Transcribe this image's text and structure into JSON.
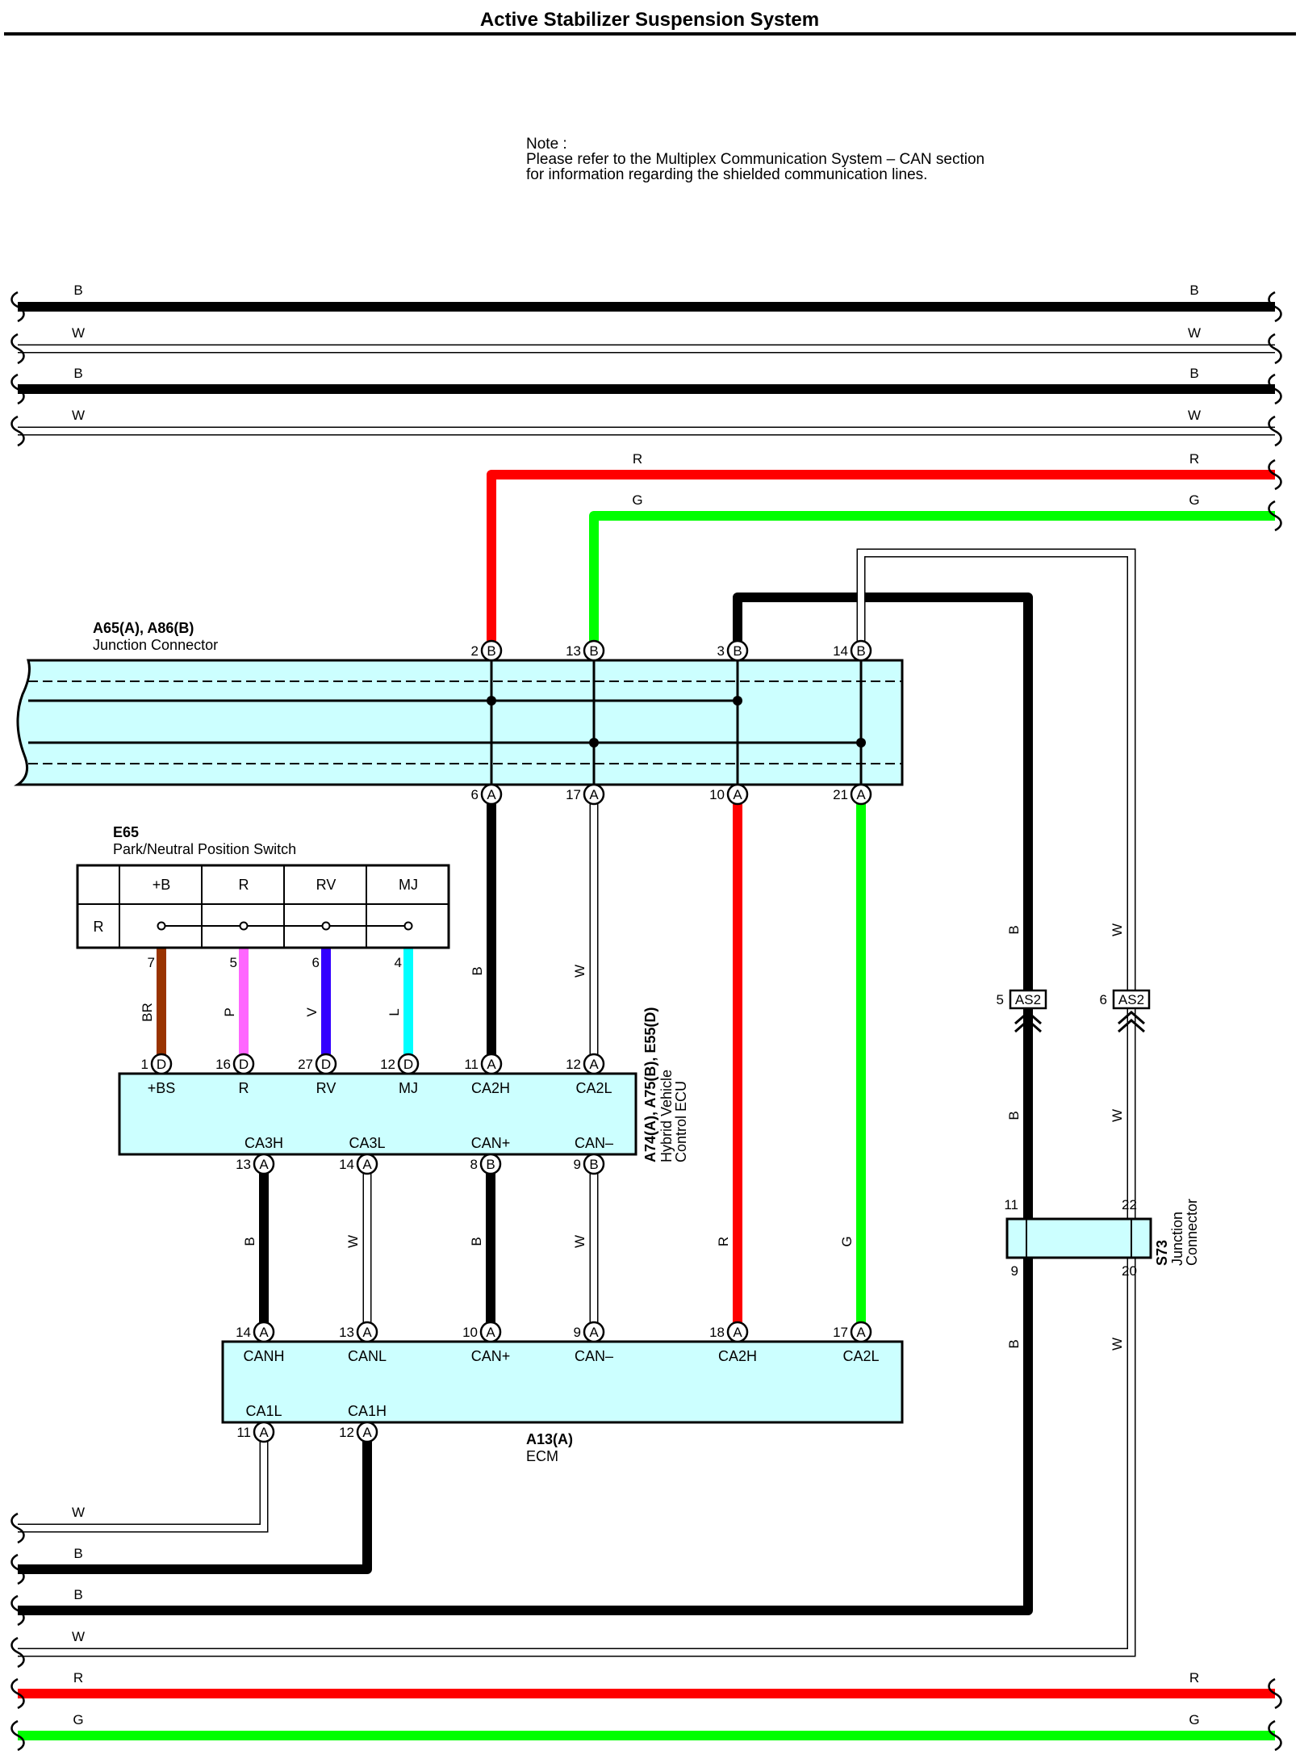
{
  "page": {
    "title": "Active Stabilizer Suspension System",
    "note_lines": [
      "Note :",
      "Please refer to the Multiplex Communication System – CAN section",
      "for information regarding the shielded communication lines."
    ]
  },
  "colors": {
    "B": "#000000",
    "W": "#ffffff",
    "R": "#ff0000",
    "G": "#00ff00",
    "BR": "#993300",
    "P": "#ff66ff",
    "V": "#3300ff",
    "L": "#00ffff",
    "component_fill": "#ccffff"
  },
  "components": {
    "junction_connector": {
      "code": "A65(A), A86(B)",
      "name": "Junction Connector"
    },
    "pnp_switch": {
      "code": "E65",
      "name": "Park/Neutral Position Switch",
      "columns": [
        "+B",
        "R",
        "RV",
        "MJ"
      ],
      "row_label": "R"
    },
    "hv_ecu": {
      "code": "A74(A), A75(B), E55(D)",
      "name_lines": [
        "Hybrid Vehicle",
        "Control ECU"
      ],
      "top_signals": [
        "+BS",
        "R",
        "RV",
        "MJ",
        "CA2H",
        "CA2L"
      ],
      "bottom_signals": [
        "CA3H",
        "CA3L",
        "CAN+",
        "CAN–"
      ]
    },
    "ecm": {
      "code": "A13(A)",
      "name": "ECM",
      "top_signals": [
        "CANH",
        "CANL",
        "CAN+",
        "CAN–",
        "CA2H",
        "CA2L"
      ],
      "bottom_signals": [
        "CA1L",
        "CA1H"
      ]
    },
    "s73": {
      "code": "S73",
      "name_lines": [
        "Junction",
        "Connector"
      ]
    },
    "as2": {
      "code": "AS2"
    }
  },
  "wire_labels": {
    "B": "B",
    "W": "W",
    "R": "R",
    "G": "G",
    "BR": "BR",
    "P": "P",
    "V": "V",
    "L": "L"
  },
  "pins": {
    "jc_top": [
      {
        "num": "2",
        "letter": "B"
      },
      {
        "num": "13",
        "letter": "B"
      },
      {
        "num": "3",
        "letter": "B"
      },
      {
        "num": "14",
        "letter": "B"
      }
    ],
    "jc_bottom": [
      {
        "num": "6",
        "letter": "A"
      },
      {
        "num": "17",
        "letter": "A"
      },
      {
        "num": "10",
        "letter": "A"
      },
      {
        "num": "21",
        "letter": "A"
      }
    ],
    "pnp": [
      "7",
      "5",
      "6",
      "4"
    ],
    "hv_top": [
      {
        "num": "1",
        "letter": "D"
      },
      {
        "num": "16",
        "letter": "D"
      },
      {
        "num": "27",
        "letter": "D"
      },
      {
        "num": "12",
        "letter": "D"
      },
      {
        "num": "11",
        "letter": "A"
      },
      {
        "num": "12",
        "letter": "A"
      }
    ],
    "hv_bottom": [
      {
        "num": "13",
        "letter": "A"
      },
      {
        "num": "14",
        "letter": "A"
      },
      {
        "num": "8",
        "letter": "B"
      },
      {
        "num": "9",
        "letter": "B"
      }
    ],
    "ecm_top": [
      {
        "num": "14",
        "letter": "A"
      },
      {
        "num": "13",
        "letter": "A"
      },
      {
        "num": "10",
        "letter": "A"
      },
      {
        "num": "9",
        "letter": "A"
      },
      {
        "num": "18",
        "letter": "A"
      },
      {
        "num": "17",
        "letter": "A"
      }
    ],
    "ecm_bottom": [
      {
        "num": "11",
        "letter": "A"
      },
      {
        "num": "12",
        "letter": "A"
      }
    ],
    "as2": [
      "5",
      "6"
    ],
    "s73": [
      "11",
      "22",
      "9",
      "20"
    ]
  }
}
